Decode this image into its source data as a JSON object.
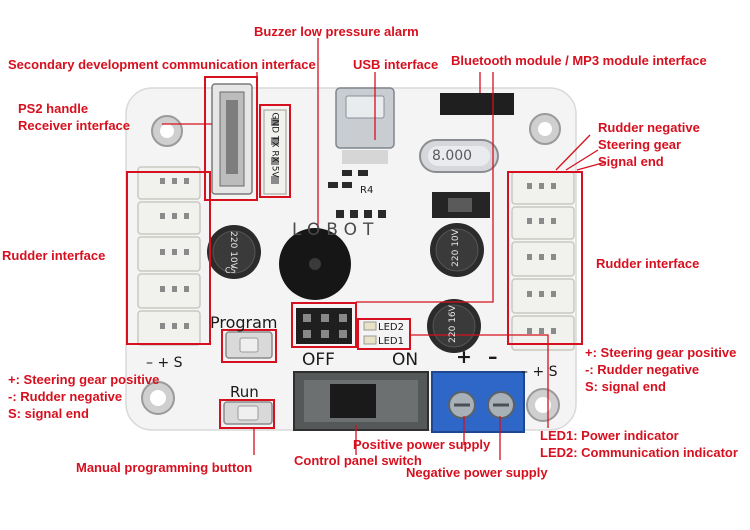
{
  "colors": {
    "label": "#d6101f",
    "leader": "#d6101f",
    "board": "#f4f4f4",
    "connector": "#f1f1ee",
    "terminal": "#2f67c8",
    "capacitor": "#2b2b2b"
  },
  "labels": {
    "buzzer": "Buzzer low pressure alarm",
    "secondary_dev": "Secondary development communication interface",
    "usb": "USB interface",
    "bluetooth": "Bluetooth module / MP3 module interface",
    "ps2_line1": "PS2 handle",
    "ps2_line2": "Receiver interface",
    "rudder_neg_top": "Rudder negative",
    "steering_gear_top": "Steering gear",
    "signal_end_top": "Signal end",
    "rudder_iface_left": "Rudder interface",
    "rudder_iface_right": "Rudder interface",
    "left_plus": "+: Steering gear positive",
    "left_minus": "-: Rudder negative",
    "left_s": "S: signal end",
    "right_plus": "+: Steering gear positive",
    "right_minus": "-: Rudder negative",
    "right_s": "S: signal end",
    "manual_prog": "Manual programming button",
    "control_switch": "Control panel switch",
    "positive_supply": "Positive power supply",
    "negative_supply": "Negative power supply",
    "led1_desc": "LED1: Power indicator",
    "led2_desc": "LED2: Communication indicator"
  },
  "silkscreen": {
    "program": "Program",
    "run": "Run",
    "off": "OFF",
    "on": "ON",
    "plus": "+",
    "minus": "–",
    "pin_left": "– + S",
    "pin_right": "– + S",
    "header_pins": "GND TX RX 5V",
    "r4": "R4",
    "logo": "LOBOT",
    "led1": "LED1",
    "led2": "LED2",
    "crystal": "8.000",
    "cap_left": "220 10V",
    "cap_right": "220 10V",
    "cap_bottom": "220 16V",
    "cap_brand": "CS"
  }
}
